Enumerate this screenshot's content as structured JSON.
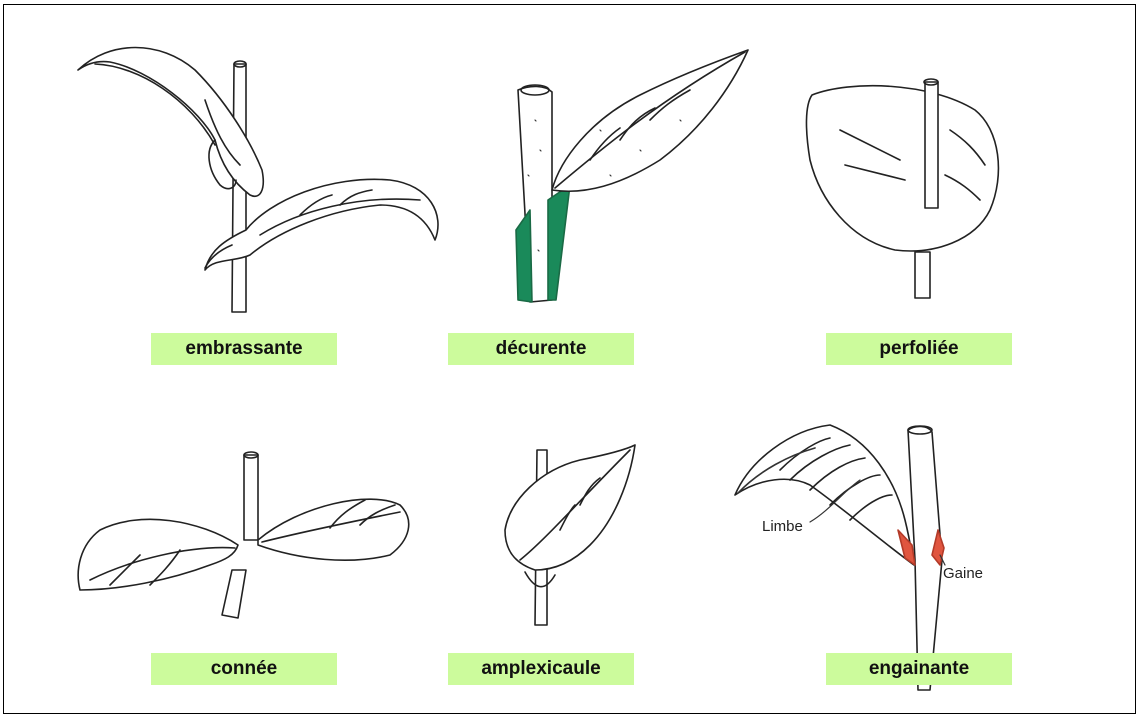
{
  "labels": {
    "embrassante": "embrassante",
    "decurente": "décurente",
    "perfoliee": "perfoliée",
    "connee": "connée",
    "amplexicaule": "amplexicaule",
    "engainante": "engainante"
  },
  "annotations": {
    "limbe": "Limbe",
    "gaine": "Gaine"
  },
  "colors": {
    "label_bg": "#ccfb9c",
    "decurrent_highlight": "#1a8a5a",
    "sheath_highlight": "#e0553f"
  }
}
